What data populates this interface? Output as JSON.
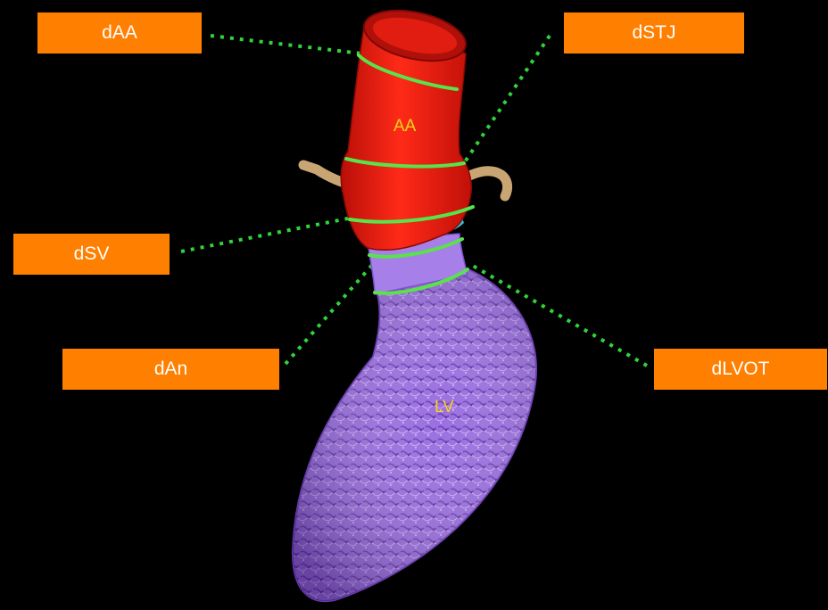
{
  "labels": {
    "daa": "dAA",
    "dstj": "dSTJ",
    "dsv": "dSV",
    "dan": "dAn",
    "dlvot": "dLVOT"
  },
  "regions": {
    "aa": "AA",
    "lv": "LV"
  },
  "colors": {
    "background": "#000000",
    "label_box": "#ff7f00",
    "label_text": "#ffffff",
    "region_text": "#f2d21a",
    "aorta": "#e31b10",
    "ventricle": "#9b6fe0",
    "measurement_ring": "#59e34a",
    "leader_line": "#2fd43a",
    "coronary": "#c9a574",
    "sinus_tissue": "#31b7d6"
  }
}
